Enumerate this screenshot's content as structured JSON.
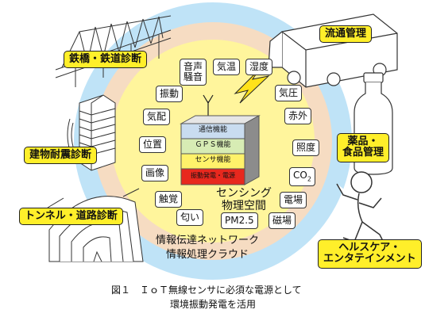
{
  "center": {
    "layers": [
      "通信機能",
      "ＧＰＳ機能",
      "センサ機能",
      "振動発電・電源"
    ],
    "colors": {
      "layer1": "#c9dcf0",
      "layer2": "#d7ecb4",
      "layer3": "#fff26a",
      "layer4": "#e8281e",
      "rim": "#9a9a9a"
    }
  },
  "rings": {
    "sensing": "センシング\n物理空間",
    "network": "情報伝達ネットワーク\n情報処理クラウド"
  },
  "sensors": {
    "sound": "音声\n騒音",
    "temp": "気温",
    "humidity": "湿度",
    "pressure": "気圧",
    "infrared": "赤外",
    "illuminance": "照度",
    "co2_base": "CO",
    "co2_sub": "2",
    "electric": "電場",
    "magnetic": "磁場",
    "pm25": "PM2.5",
    "odor": "匂い",
    "touch": "触覚",
    "image": "画像",
    "position": "位置",
    "presence": "気配",
    "vibration": "振動"
  },
  "applications": {
    "bridge": "鉄橋・鉄道診断",
    "logistics": "流通管理",
    "building": "建物耐震診断",
    "food_drug": "薬品・\n食品管理",
    "tunnel": "トンネル・道路診断",
    "health": "ヘルスケア・\nエンタテインメント"
  },
  "caption": {
    "line1": "図１　ＩｏＴ無線センサに必須な電源として",
    "line2": "環境振動発電を活用"
  },
  "colors": {
    "outer_ring": "#bfe3f7",
    "mid_ring": "#fbe6a0",
    "inner_ring": "#fff8a8",
    "tag": "#ffef2a",
    "lightning": "#ffe21a"
  }
}
